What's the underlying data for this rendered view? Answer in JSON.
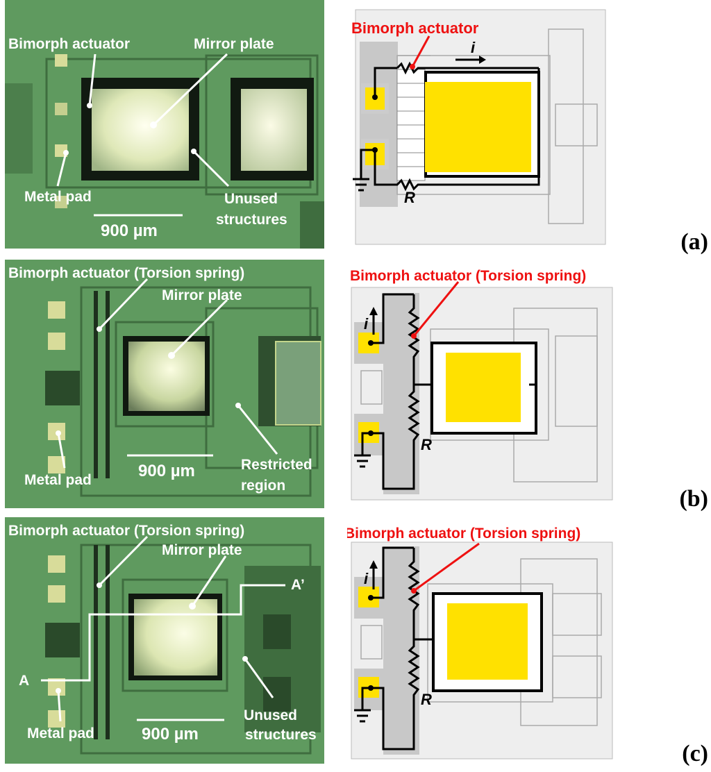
{
  "panels": [
    {
      "tag": "(a)",
      "photo": {
        "bimorph": "Bimorph actuator",
        "mirror": "Mirror plate",
        "pad": "Metal pad",
        "extra": [
          "Unused",
          "structures"
        ],
        "scale": "900 µm"
      },
      "schematic": {
        "title": "Bimorph actuator",
        "current": "i",
        "resistor": "R"
      }
    },
    {
      "tag": "(b)",
      "photo": {
        "bimorph": "Bimorph actuator (Torsion spring)",
        "mirror": "Mirror plate",
        "pad": "Metal pad",
        "extra": [
          "Restricted",
          "region"
        ],
        "scale": "900 µm"
      },
      "schematic": {
        "title": "Bimorph actuator (Torsion spring)",
        "current": "i",
        "resistor": "R"
      }
    },
    {
      "tag": "(c)",
      "photo": {
        "bimorph": "Bimorph actuator (Torsion spring)",
        "mirror": "Mirror plate",
        "pad": "Metal pad",
        "extra": [
          "Unused",
          "structures"
        ],
        "scale": "900 µm",
        "section_start": "A",
        "section_end": "A’"
      },
      "schematic": {
        "title": "Bimorph actuator (Torsion spring)",
        "current": "i",
        "resistor": "R"
      }
    }
  ],
  "colors": {
    "photo_bg": "#5f9a5f",
    "pad_yellow": "#ffe100",
    "label_red": "#ee1111",
    "schematic_gray": "#eeeeee"
  }
}
